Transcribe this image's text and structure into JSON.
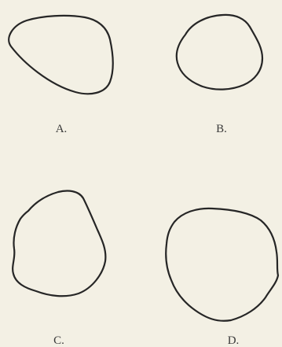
{
  "figure": {
    "panels": [
      {
        "id": "a",
        "label": "A."
      },
      {
        "id": "b",
        "label": "B."
      },
      {
        "id": "c",
        "label": "C."
      },
      {
        "id": "d",
        "label": "D."
      }
    ]
  }
}
